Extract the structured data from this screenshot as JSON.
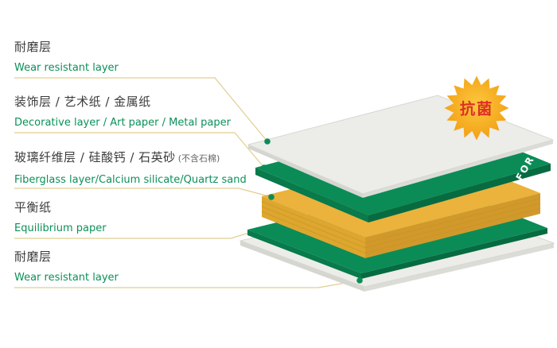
{
  "badge": {
    "text": "抗菌",
    "text_color": "#DE3126",
    "star_color_center": "#FCC93E",
    "star_color_edge": "#F29B11"
  },
  "brand": {
    "text": "FORCA"
  },
  "layers": [
    {
      "zh": "耐磨层",
      "en": "Wear resistant layer",
      "note": ""
    },
    {
      "zh": "装饰层 / 艺术纸 / 金属纸",
      "en": "Decorative layer / Art paper / Metal paper",
      "note": ""
    },
    {
      "zh": "玻璃纤维层 / 硅酸钙 / 石英砂",
      "en": "Fiberglass layer/Calcium silicate/Quartz sand",
      "note": "(不含石棉)"
    },
    {
      "zh": "平衡纸",
      "en": "Equilibrium paper",
      "note": ""
    },
    {
      "zh": "耐磨层",
      "en": "Wear resistant layer",
      "note": ""
    }
  ],
  "colors": {
    "green": "#0B8C57",
    "green_side_dark": "#076B41",
    "yellow": "#EBB23C",
    "yellow_side_dark": "#D1992B",
    "gray": "#ECECE8",
    "gray_side_dark": "#D6D6D1",
    "leader_line": "#E2CD90",
    "zh_text": "#3C3C3C",
    "en_text": "#0A9158"
  }
}
